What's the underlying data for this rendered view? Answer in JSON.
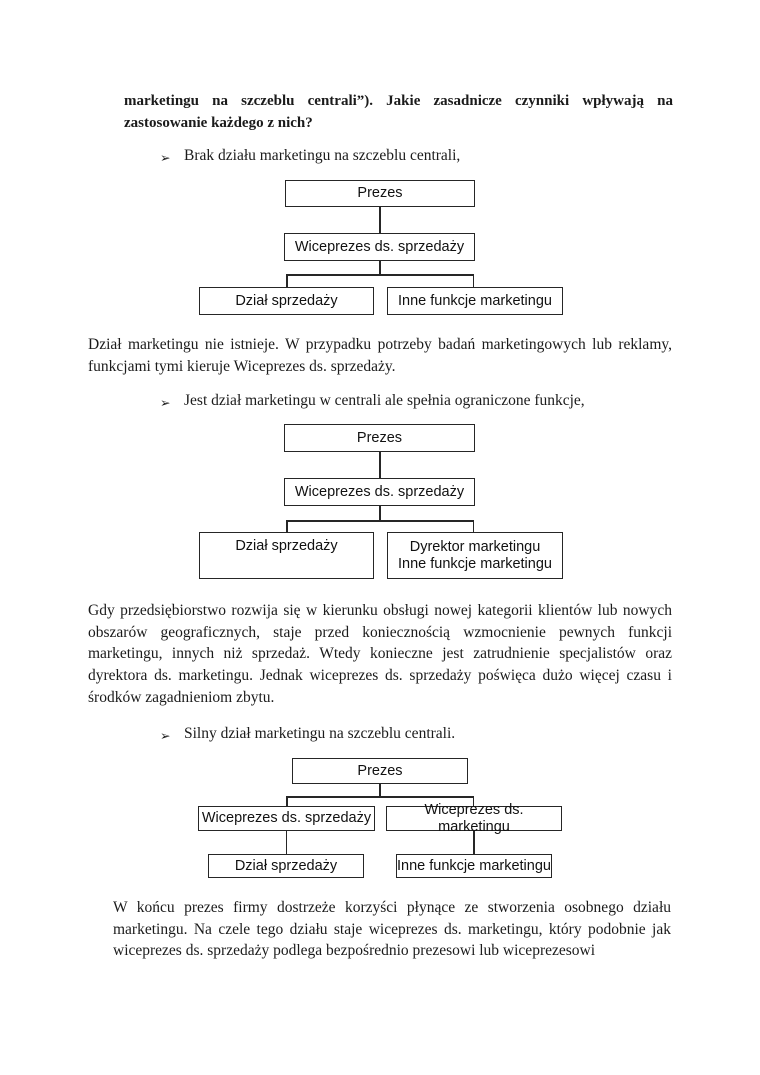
{
  "intro": {
    "text": "marketingu na szczeblu centrali”). Jakie zasadnicze czynniki wpływają na zastosowanie każdego z nich?"
  },
  "bullets": {
    "marker": "➢",
    "item1": "Brak działu marketingu na szczeblu centrali,",
    "item2": "Jest dział marketingu w centrali ale spełnia ograniczone funkcje,",
    "item3": "Silny dział marketingu na szczeblu centrali."
  },
  "paragraphs": {
    "after_chart1": "Dział marketingu nie istnieje. W przypadku potrzeby badań marketingowych lub reklamy, funkcjami tymi kieruje Wiceprezes ds. sprzedaży.",
    "after_chart2": "Gdy przedsiębiorstwo rozwija się w kierunku obsługi nowej kategorii klientów lub nowych obszarów geograficznych, staje przed koniecznością wzmocnienie pewnych funkcji marketingu, innych niż sprzedaż. Wtedy konieczne jest zatrudnienie specjalistów oraz dyrektora ds. marketingu. Jednak wiceprezes ds. sprzedaży poświęca dużo więcej czasu i środków zagadnieniom zbytu.",
    "after_chart3": "W końcu prezes firmy dostrzeże korzyści płynące ze stworzenia osobnego działu marketingu. Na czele tego działu staje wiceprezes ds. marketingu, który podobnie jak wiceprezes ds. sprzedaży podlega bezpośrednio prezesowi lub wiceprezesowi"
  },
  "chart1": {
    "prezes": "Prezes",
    "wiceprezes_sprzedazy": "Wiceprezes ds. sprzedaży",
    "dzial_sprzedazy": "Dział sprzedaży",
    "inne_funkcje": "Inne funkcje marketingu"
  },
  "chart2": {
    "prezes": "Prezes",
    "wiceprezes_sprzedazy": "Wiceprezes ds. sprzedaży",
    "dzial_sprzedazy": "Dział sprzedaży",
    "dyrektor_line1": "Dyrektor marketingu",
    "dyrektor_line2": "Inne funkcje marketingu"
  },
  "chart3": {
    "prezes": "Prezes",
    "wiceprezes_sprzedazy": "Wiceprezes ds. sprzedaży",
    "wiceprezes_marketingu": "Wiceprezes ds. marketingu",
    "dzial_sprzedazy": "Dział sprzedaży",
    "inne_funkcje": "Inne funkcje marketingu"
  }
}
